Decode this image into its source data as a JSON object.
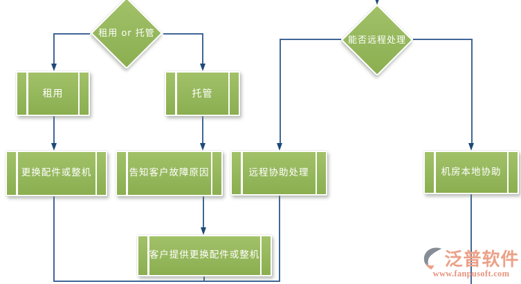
{
  "nodes": {
    "decision_rent_or_host": "租用 or 托管",
    "process_rent": "租用",
    "process_host": "托管",
    "process_replace_parts": "更换配件或整机",
    "process_inform_fault_cause": "告知客户故障原因",
    "process_remote_assist": "远程协助处理",
    "decision_can_remote_handle": "能否远程处理",
    "process_local_assist": "机房本地协助",
    "process_customer_provide_parts": "客户提供更换配件或整机"
  },
  "watermark": {
    "brand": "泛普软件",
    "url": "www.fanpusoft.com"
  },
  "colors": {
    "node_fill": "#95b75c",
    "node_fill_light": "#a2c168",
    "node_fill_dark": "#8bae50",
    "connector": "#3f6596",
    "arrow": "#1d4a78",
    "brand_text": "#eba188",
    "brand_url": "#e6937e",
    "brand_icon_gray": "#878d96"
  }
}
